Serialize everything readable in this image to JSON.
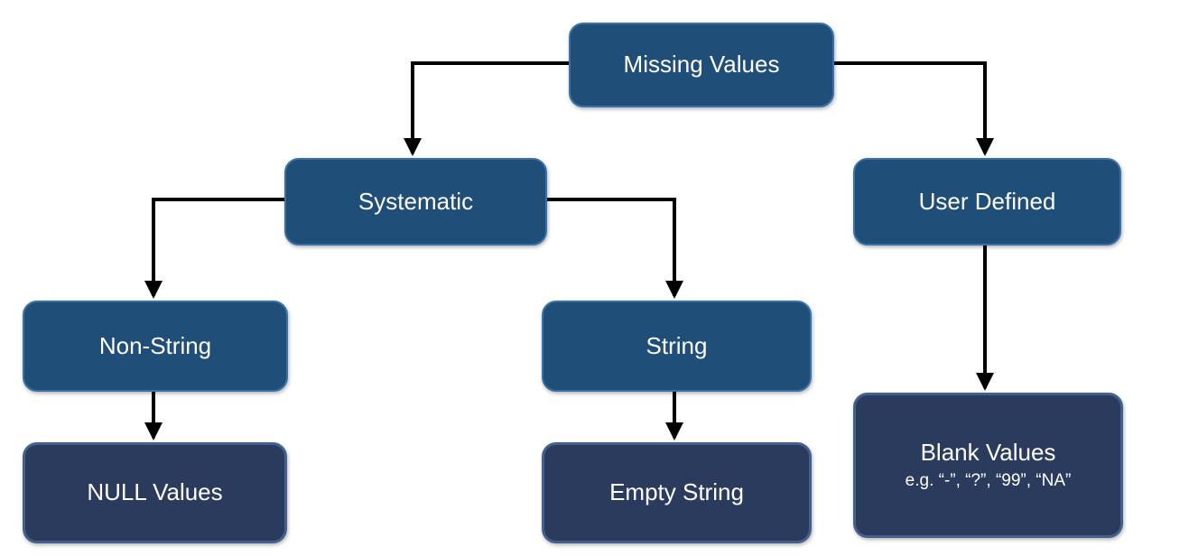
{
  "diagram_title": "Missing Values classification flowchart",
  "colors": {
    "background": "#FFFFFF",
    "branch_fill": "#1F4E79",
    "branch_border": "#3A72A8",
    "leaf_fill": "#2B3B5E",
    "leaf_border": "#44618E",
    "text": "#FFFFFF",
    "arrow": "#000000"
  },
  "nodes": {
    "missing_values": {
      "label": "Missing Values"
    },
    "systematic": {
      "label": "Systematic"
    },
    "user_defined": {
      "label": "User Defined"
    },
    "non_string": {
      "label": "Non-String"
    },
    "string": {
      "label": "String"
    },
    "null_values": {
      "label": "NULL Values"
    },
    "empty_string": {
      "label": "Empty String"
    },
    "blank_values": {
      "label": "Blank Values",
      "sublabel": "e.g. “-”, “?”, “99”, “NA”"
    }
  },
  "edges": [
    {
      "from": "missing_values",
      "to": "systematic"
    },
    {
      "from": "missing_values",
      "to": "user_defined"
    },
    {
      "from": "systematic",
      "to": "non_string"
    },
    {
      "from": "systematic",
      "to": "string"
    },
    {
      "from": "non_string",
      "to": "null_values"
    },
    {
      "from": "string",
      "to": "empty_string"
    },
    {
      "from": "user_defined",
      "to": "blank_values"
    }
  ]
}
